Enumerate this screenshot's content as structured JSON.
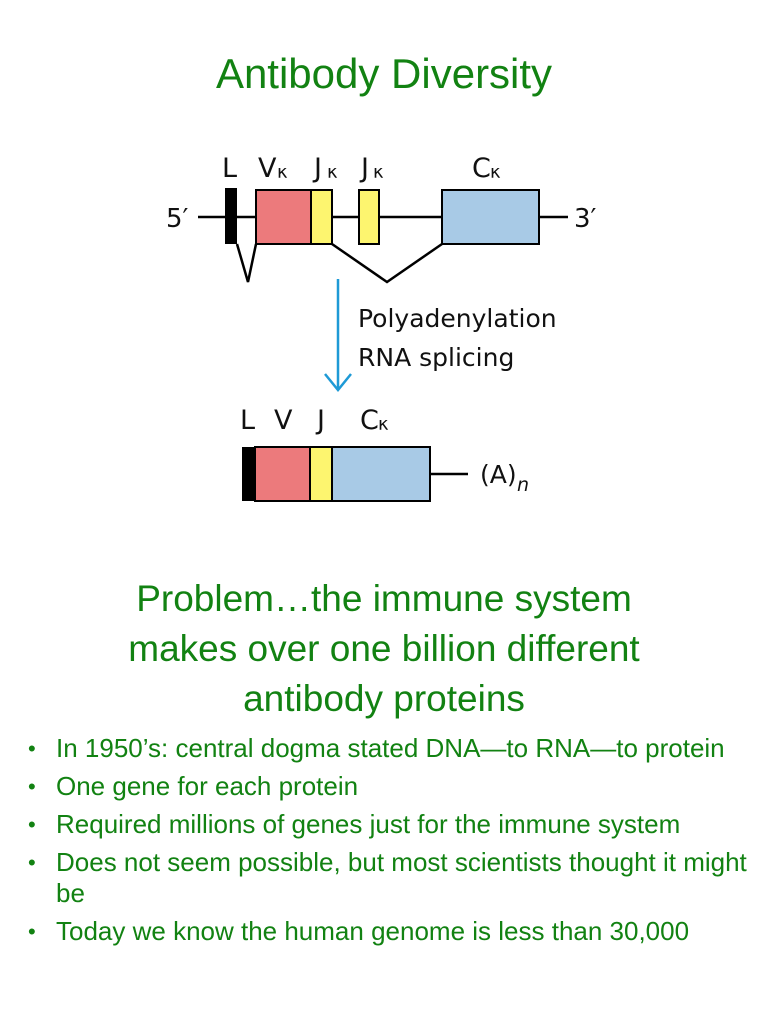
{
  "slide": {
    "title": "Antibody Diversity",
    "subtitle_lines": [
      "Problem…the immune system",
      "makes over one billion different",
      "antibody proteins"
    ],
    "bullets": [
      "In 1950’s:  central dogma stated DNA—to RNA—to protein",
      "One gene for each protein",
      "Required millions of genes just for the immune system",
      "Does not seem possible, but most scientists thought it might be",
      "Today we know the human genome is less than 30,000"
    ]
  },
  "diagram": {
    "top_labels": {
      "L": "L",
      "V": "V",
      "J1": "J",
      "J2": "J",
      "C": "C",
      "kappa": "κ"
    },
    "end_5": "5′",
    "end_3": "3′",
    "process_line1": "Polyadenylation",
    "process_line2": "RNA splicing",
    "bottom_labels": {
      "L": "L",
      "V": "V",
      "J": "J",
      "C": "C",
      "kappa": "κ"
    },
    "tail": "(A)",
    "tail_sub": "n",
    "colors": {
      "leader": "#000000",
      "v_segment": "#ec7a7c",
      "j_segment": "#fdf56f",
      "c_segment": "#a8cae6",
      "arrow": "#1e9ad6"
    }
  }
}
